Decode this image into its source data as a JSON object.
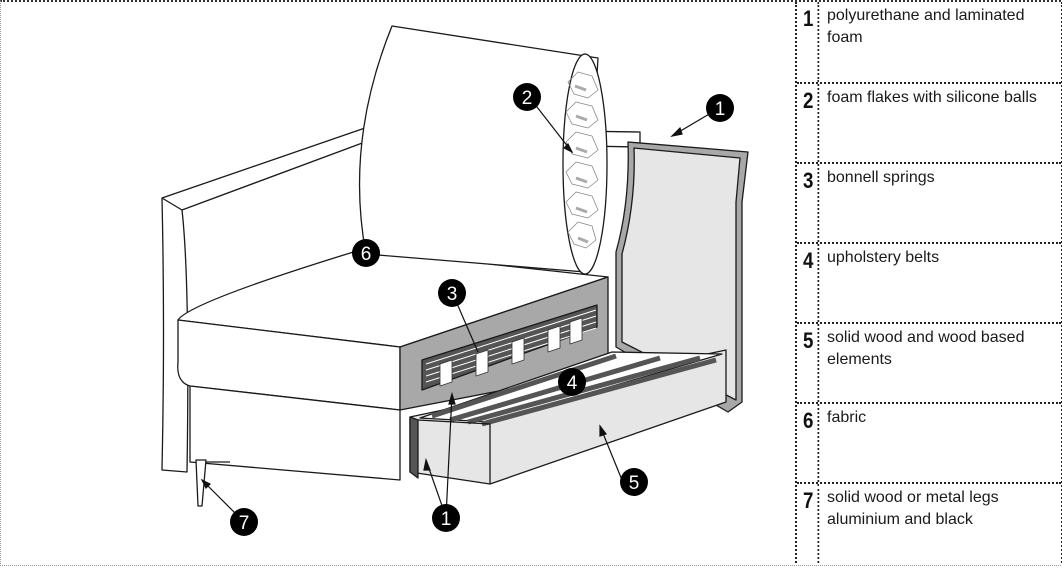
{
  "diagram": {
    "subject": "sofa module cutaway",
    "callouts": [
      {
        "id": "callout-1-top",
        "label": "1"
      },
      {
        "id": "callout-2",
        "label": "2"
      },
      {
        "id": "callout-3",
        "label": "3"
      },
      {
        "id": "callout-4",
        "label": "4"
      },
      {
        "id": "callout-5",
        "label": "5"
      },
      {
        "id": "callout-6",
        "label": "6"
      },
      {
        "id": "callout-1-bottom",
        "label": "1"
      },
      {
        "id": "callout-7",
        "label": "7"
      }
    ]
  },
  "legend": {
    "rows": [
      {
        "number": "1",
        "text": "polyurethane and laminated foam"
      },
      {
        "number": "2",
        "text": "foam flakes with silicone balls"
      },
      {
        "number": "3",
        "text": "bonnell springs"
      },
      {
        "number": "4",
        "text": "upholstery belts"
      },
      {
        "number": "5",
        "text": "solid wood and wood based elements"
      },
      {
        "number": "6",
        "text": "fabric"
      },
      {
        "number": "7",
        "text": "solid wood or metal legs aluminium and black"
      }
    ]
  },
  "colors": {
    "outline": "#1a1a1a",
    "fill_light": "#e6e6e6",
    "fill_mid": "#a8a8a8",
    "fill_dark": "#555555",
    "callout": "#000000"
  }
}
